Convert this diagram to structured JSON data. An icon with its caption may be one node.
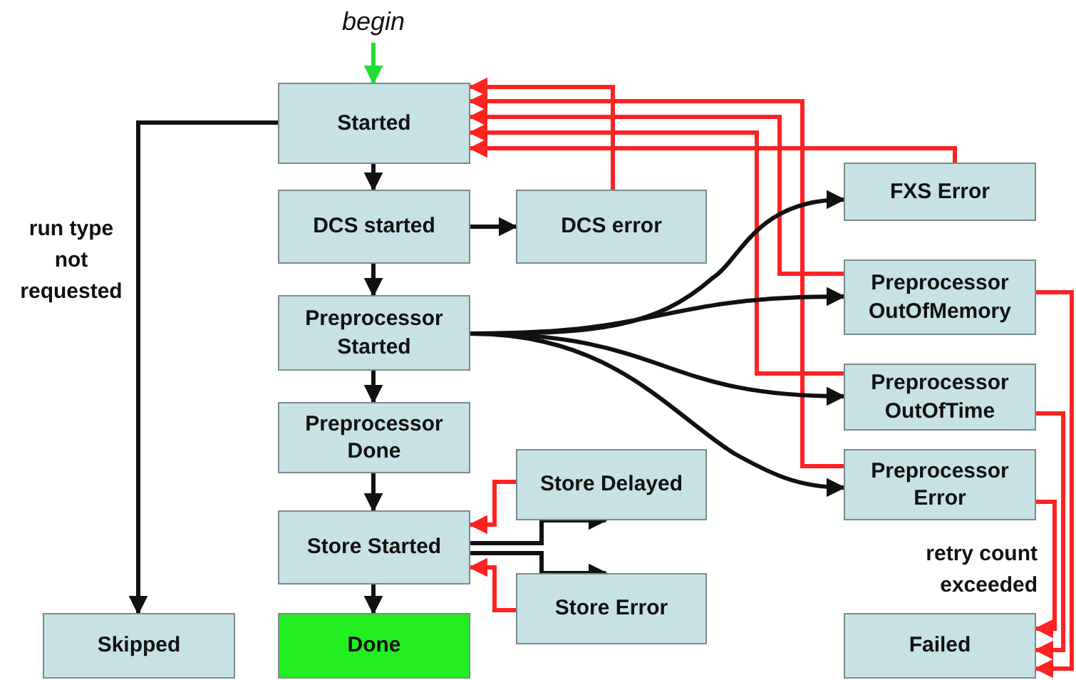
{
  "diagram": {
    "nodes": [
      {
        "text": [
          "begin"
        ]
      },
      {
        "text": [
          "Started"
        ]
      },
      {
        "text": [
          "DCS started"
        ]
      },
      {
        "text": [
          "DCS error"
        ]
      },
      {
        "text": [
          "FXS Error"
        ]
      },
      {
        "text": [
          "Preprocessor Started"
        ]
      },
      {
        "text": [
          "Preprocessor OutOfMemory"
        ]
      },
      {
        "text": [
          "Preprocessor OutOfTime"
        ]
      },
      {
        "text": [
          "Preprocessor Done"
        ]
      },
      {
        "text": [
          "Preprocessor Error"
        ]
      },
      {
        "text": [
          "Store Delayed"
        ]
      },
      {
        "text": [
          "Store Started"
        ]
      },
      {
        "text": [
          "Store Error"
        ]
      },
      {
        "text": [
          "Skipped"
        ]
      },
      {
        "text": [
          "Done"
        ]
      },
      {
        "text": [
          "Failed"
        ]
      }
    ],
    "edges": [
      {
        "from": 0,
        "to": 1,
        "arrow": "to",
        "color": "#22dd33"
      },
      {
        "from": 1,
        "to": 2,
        "arrow": "to"
      },
      {
        "from": 2,
        "to": 3,
        "arrow": "to"
      },
      {
        "from": 2,
        "to": 5,
        "arrow": "to"
      },
      {
        "from": 5,
        "to": 8,
        "arrow": "to"
      },
      {
        "from": 8,
        "to": 11,
        "arrow": "to"
      },
      {
        "from": 11,
        "to": 14,
        "arrow": "to"
      },
      {
        "from": 1,
        "to": 13,
        "arrow": "to",
        "label": "run type not requested"
      },
      {
        "from": 3,
        "to": 1,
        "arrow": "to",
        "color": "#ff2222"
      },
      {
        "from": 9,
        "to": 1,
        "arrow": "to",
        "color": "#ff2222"
      },
      {
        "from": 6,
        "to": 1,
        "arrow": "to",
        "color": "#ff2222"
      },
      {
        "from": 7,
        "to": 1,
        "arrow": "to",
        "color": "#ff2222"
      },
      {
        "from": 4,
        "to": 1,
        "arrow": "to",
        "color": "#ff2222"
      },
      {
        "from": 5,
        "to": 4,
        "arrow": "to"
      },
      {
        "from": 5,
        "to": 6,
        "arrow": "to"
      },
      {
        "from": 5,
        "to": 7,
        "arrow": "to"
      },
      {
        "from": 5,
        "to": 9,
        "arrow": "to"
      },
      {
        "from": 11,
        "to": 10,
        "arrow": "to"
      },
      {
        "from": 11,
        "to": 12,
        "arrow": "to"
      },
      {
        "from": 10,
        "to": 11,
        "arrow": "to",
        "color": "#ff2222"
      },
      {
        "from": 12,
        "to": 11,
        "arrow": "to",
        "color": "#ff2222"
      },
      {
        "from": 9,
        "to": 15,
        "arrow": "to",
        "color": "#ff2222"
      },
      {
        "from": 7,
        "to": 15,
        "arrow": "to",
        "color": "#ff2222"
      },
      {
        "from": 6,
        "to": 15,
        "arrow": "to",
        "color": "#ff2222"
      }
    ],
    "labels": [
      "retry count exceeded"
    ]
  }
}
